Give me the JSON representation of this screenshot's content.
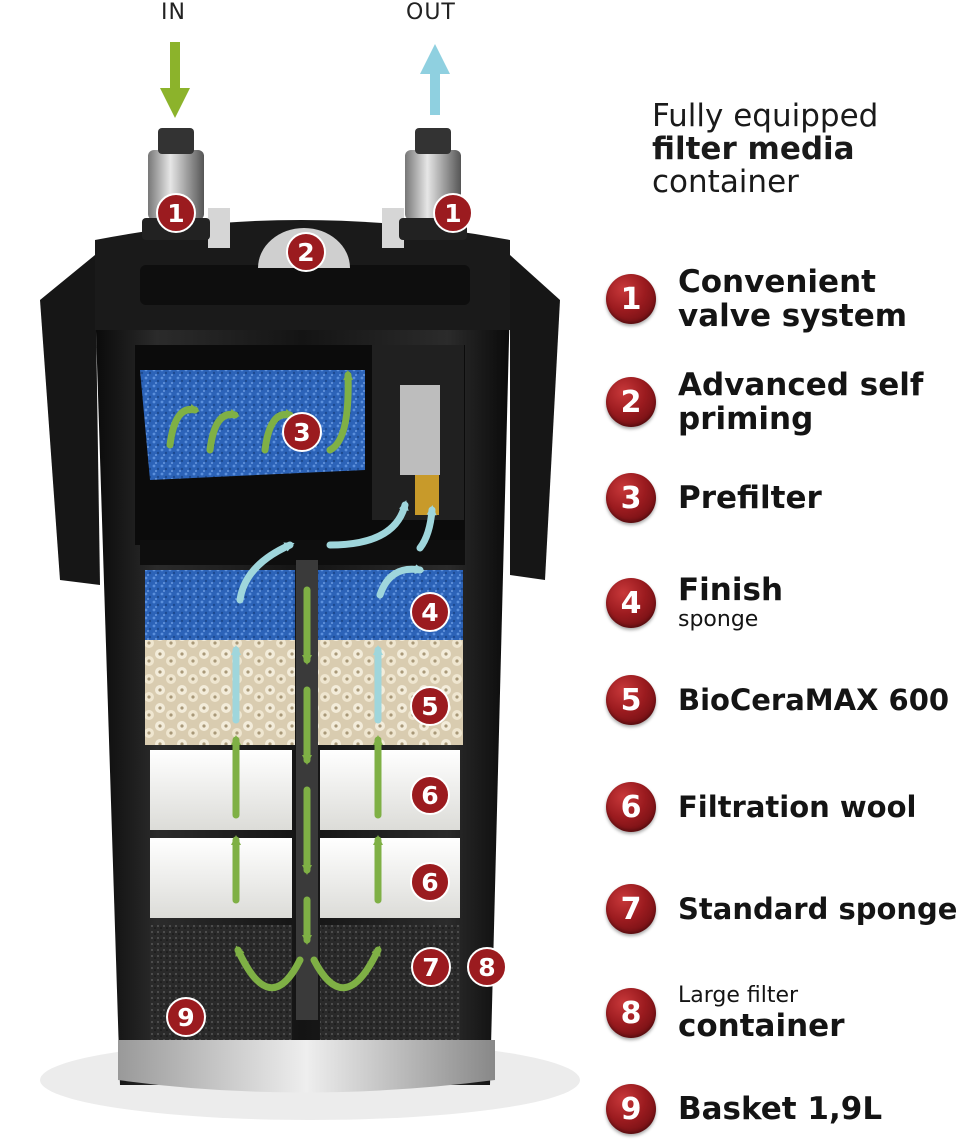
{
  "flow": {
    "in_label": "IN",
    "out_label": "OUT"
  },
  "heading": {
    "line1": "Fully equipped",
    "line2": "filter media",
    "line3": "container"
  },
  "legend": [
    {
      "number": "1",
      "line1": "Convenient",
      "line2": "valve system"
    },
    {
      "number": "2",
      "line1": "Advanced self",
      "line2": "priming"
    },
    {
      "number": "3",
      "line1": "Prefilter"
    },
    {
      "number": "4",
      "line1": "Finish",
      "line2": "sponge"
    },
    {
      "number": "5",
      "line1": "BioCeraMAX 600"
    },
    {
      "number": "6",
      "line1": "Filtration wool"
    },
    {
      "number": "7",
      "line1": "Standard sponge"
    },
    {
      "number": "8",
      "line1": "Large filter",
      "line2": "container"
    },
    {
      "number": "9",
      "line1": "Basket 1,9L"
    }
  ],
  "callouts": [
    "1",
    "1",
    "2",
    "3",
    "4",
    "5",
    "6",
    "6",
    "7",
    "8",
    "9"
  ],
  "colors": {
    "badge": "#9b1b1f",
    "body": "#141414",
    "sponge_blue": "#2c63b8",
    "ceramic": "#ece2cc",
    "wool": "#f1f1ee",
    "black_sponge": "#2a2a2a",
    "in_arrow": "#8cb32b",
    "out_arrow": "#8fd0e0",
    "flow_green": "#7fb045",
    "flow_cyan": "#9fd6dc"
  }
}
